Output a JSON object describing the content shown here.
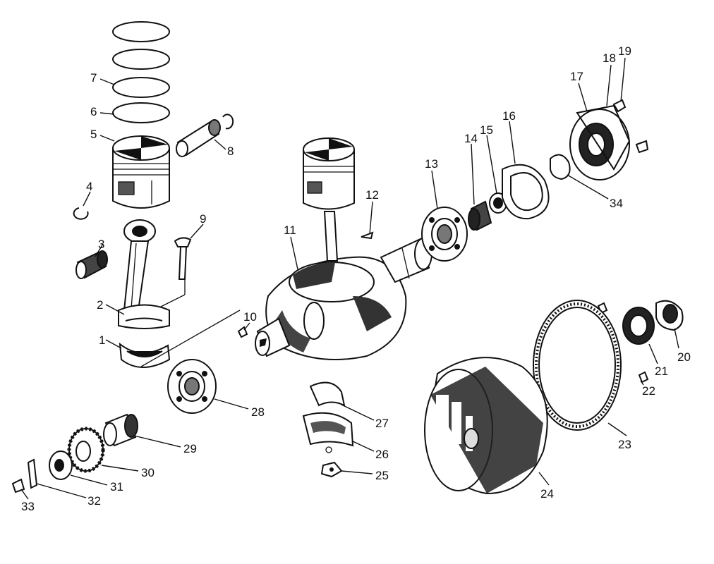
{
  "callouts": [
    "1",
    "2",
    "3",
    "4",
    "5",
    "6",
    "7",
    "8",
    "9",
    "10",
    "11",
    "12",
    "13",
    "14",
    "15",
    "16",
    "17",
    "18",
    "19",
    "20",
    "21",
    "22",
    "23",
    "24",
    "25",
    "26",
    "27",
    "28",
    "29",
    "30",
    "31",
    "32",
    "33",
    "34"
  ],
  "colors": {
    "ink": "#111111",
    "paper": "#ffffff",
    "shade": "#3a3a3a"
  }
}
